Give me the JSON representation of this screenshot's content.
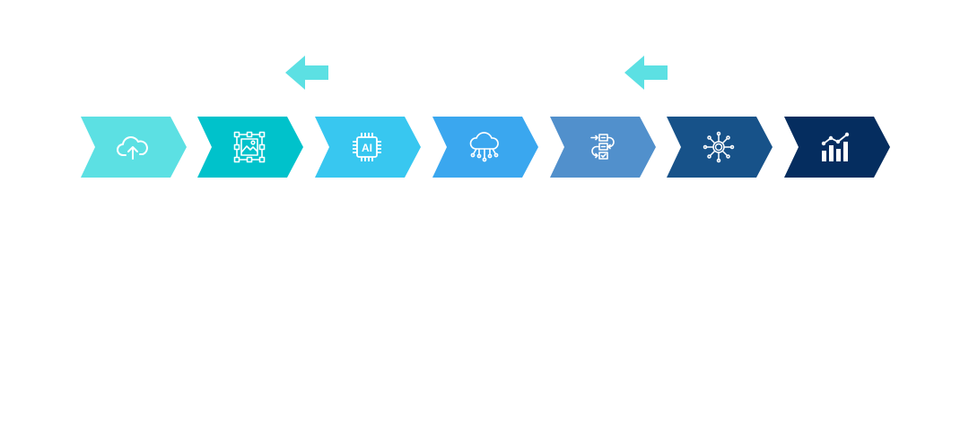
{
  "back_arrows": [
    {
      "name": "back-arrow-1",
      "color": "#5ce0e3"
    },
    {
      "name": "back-arrow-2",
      "color": "#5ce0e3"
    }
  ],
  "steps": [
    {
      "name": "step-upload",
      "color": "#5ce0e3",
      "icon": "cloud-upload-icon"
    },
    {
      "name": "step-image-labeling",
      "color": "#00c2cb",
      "icon": "image-frame-icon"
    },
    {
      "name": "step-ai-chip",
      "color": "#38c7f0",
      "icon": "ai-chip-icon",
      "icon_text": "AI"
    },
    {
      "name": "step-cloud-computing",
      "color": "#3aa7ef",
      "icon": "cloud-circuit-icon"
    },
    {
      "name": "step-workflow",
      "color": "#5190cc",
      "icon": "workflow-checklist-icon"
    },
    {
      "name": "step-network-hub",
      "color": "#175289",
      "icon": "network-hub-icon"
    },
    {
      "name": "step-analytics",
      "color": "#052d5f",
      "icon": "bar-chart-trend-icon"
    }
  ]
}
